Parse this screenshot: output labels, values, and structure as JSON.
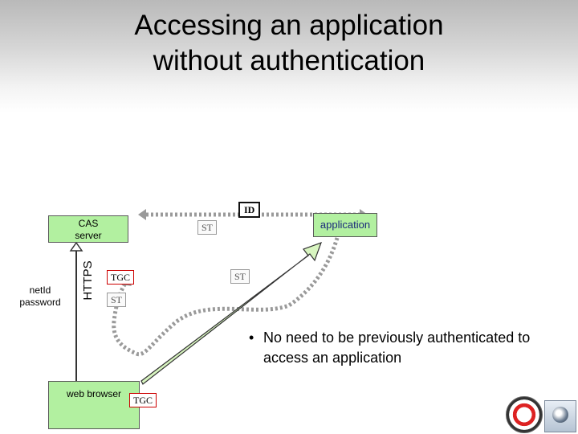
{
  "title": {
    "line1": "Accessing an application",
    "line2": "without authentication"
  },
  "nodes": {
    "cas_server": {
      "line1": "CAS",
      "line2": "server"
    },
    "application": "application",
    "web_browser": "web browser"
  },
  "credentials": {
    "line1": "netId",
    "line2": "password"
  },
  "protocol_label": "HTTPS",
  "tickets": {
    "id": "ID",
    "st_top": "ST",
    "tgc_cas": "TGC",
    "st_browser": "ST",
    "st_app": "ST",
    "tgc_browser": "TGC"
  },
  "bullet": {
    "symbol": "•",
    "text": "No need to be previously authenticated to access an application"
  },
  "logos": {
    "left": "seal-logo",
    "right": "eye-logo"
  },
  "colors": {
    "node_fill": "#b2f0a0",
    "ticket_border": "#cc0000",
    "arrow_fill": "#d8f5c0",
    "dotted_line": "#9a9a9a"
  }
}
